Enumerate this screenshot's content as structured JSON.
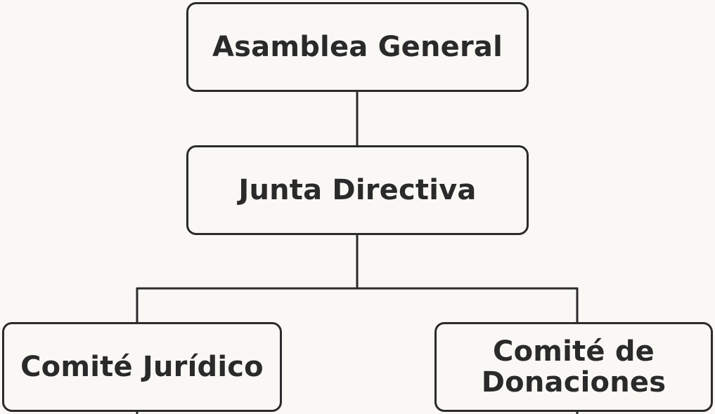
{
  "diagram": {
    "nodes": {
      "asamblea": {
        "label": "Asamblea General"
      },
      "junta": {
        "label": "Junta Directiva"
      },
      "juridico": {
        "label": "Comité Jurídico"
      },
      "donaciones": {
        "label": "Comité de Donaciones"
      }
    },
    "edges": [
      {
        "from": "asamblea",
        "to": "junta"
      },
      {
        "from": "junta",
        "to": "juridico"
      },
      {
        "from": "junta",
        "to": "donaciones"
      }
    ],
    "colors": {
      "background": "#faf8f4",
      "stroke": "#2b2b2b",
      "text": "#2a2a2a"
    }
  }
}
